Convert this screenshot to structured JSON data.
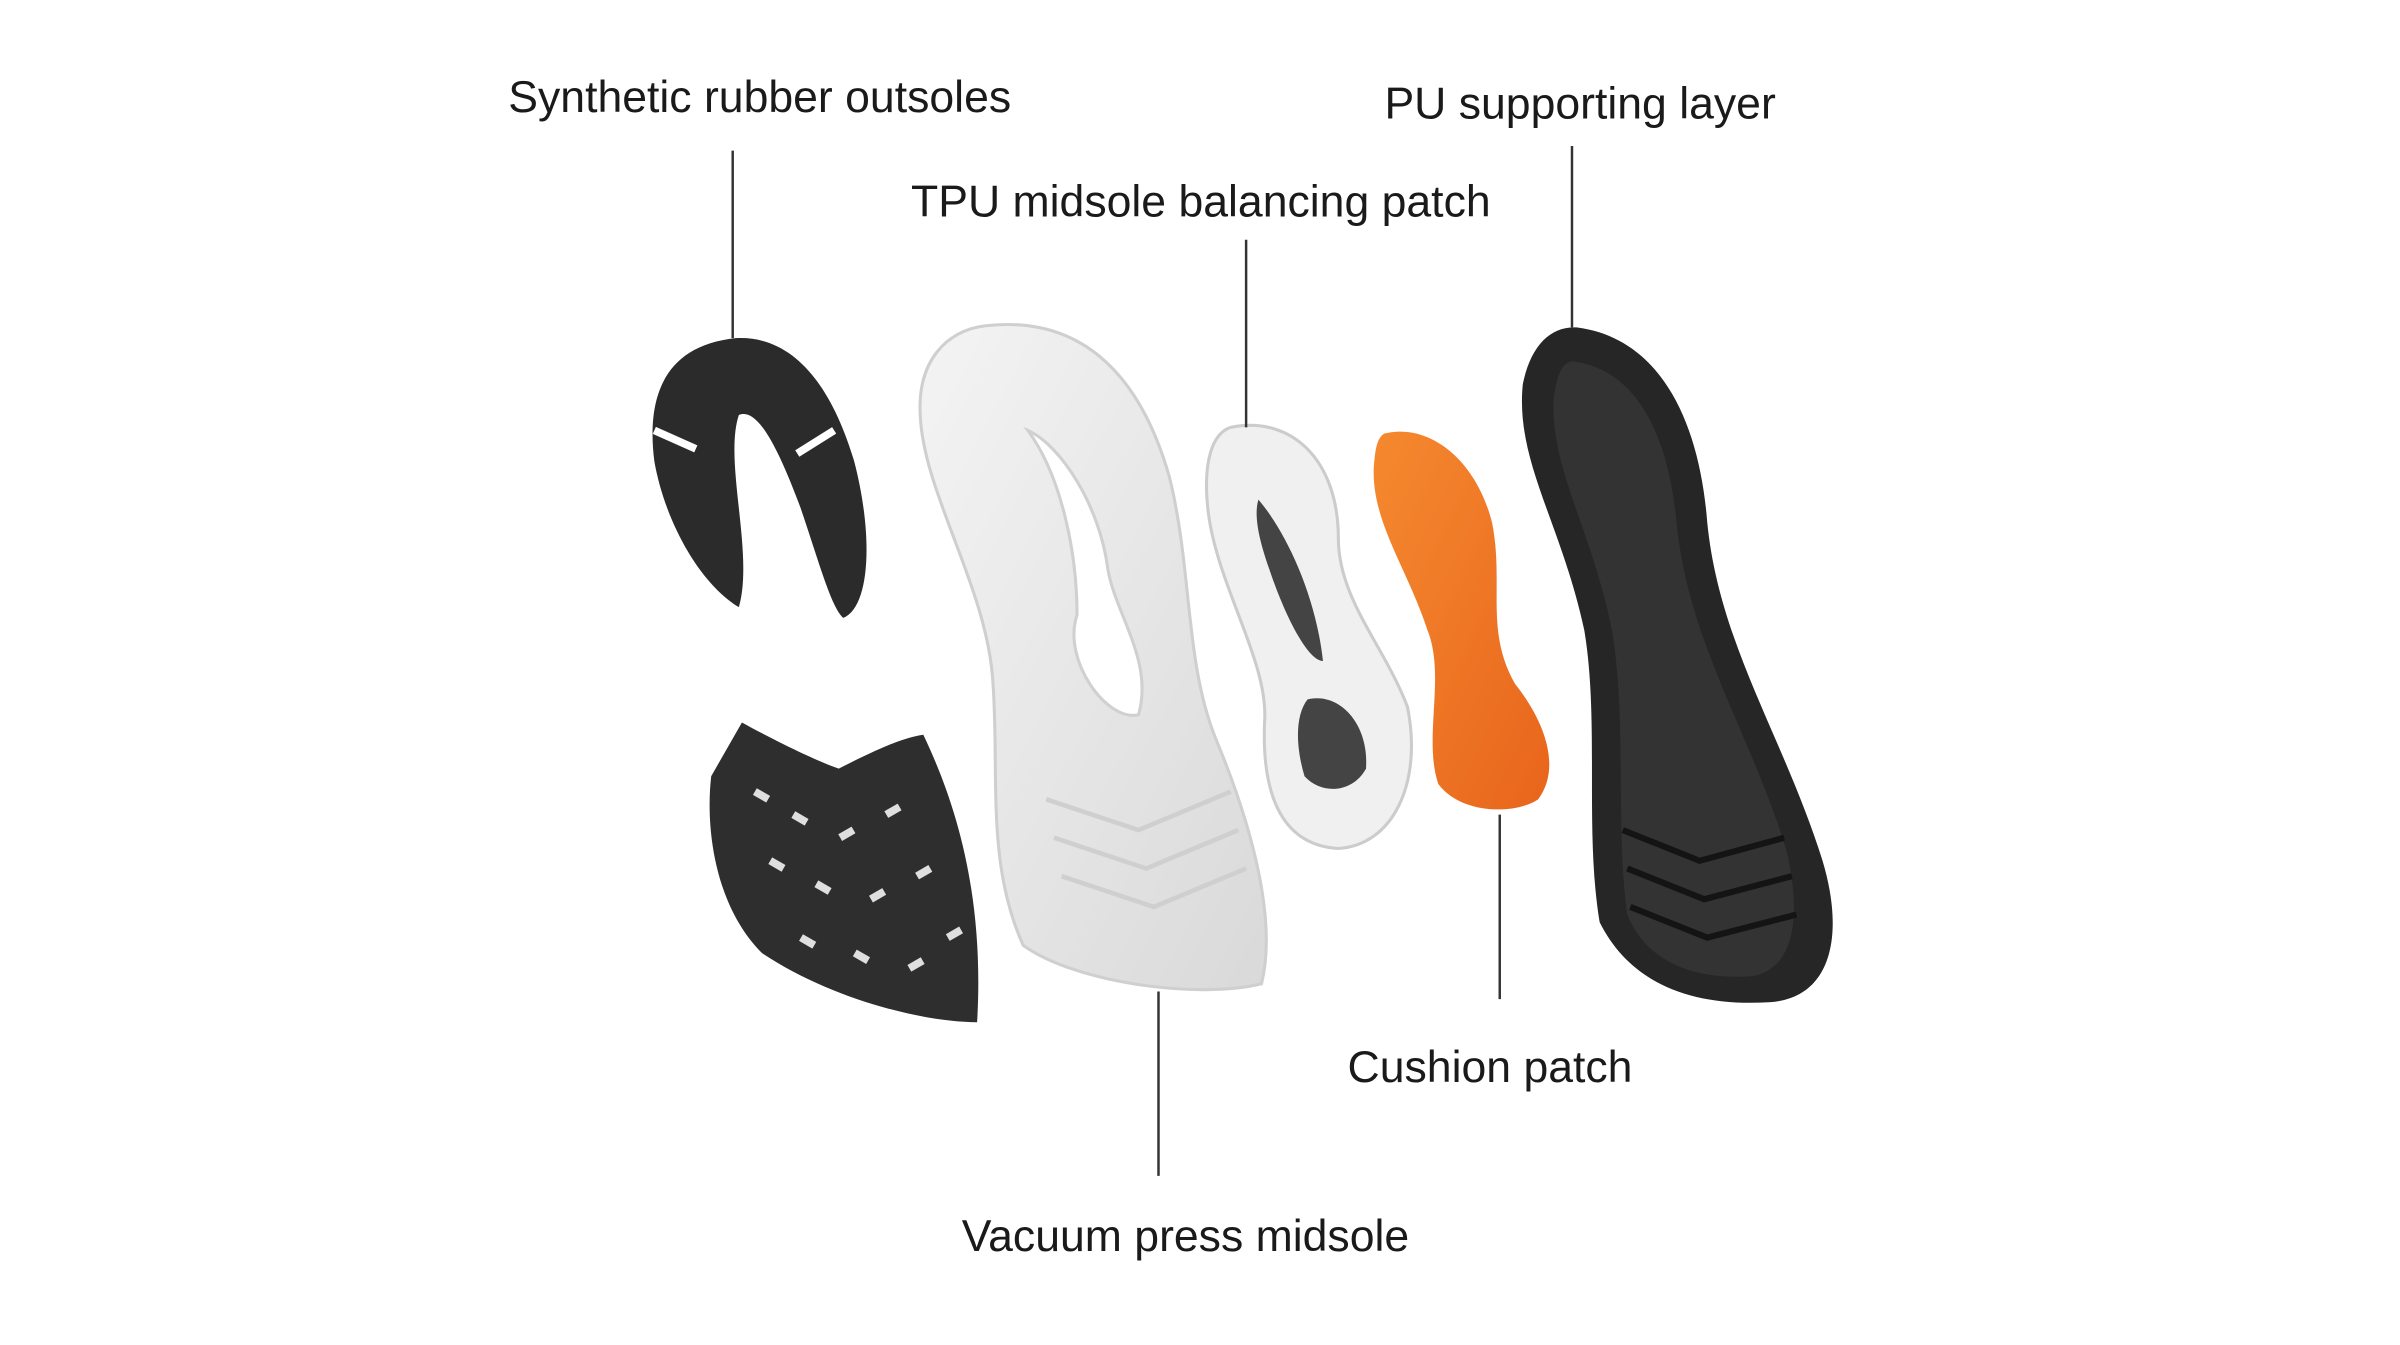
{
  "labels": {
    "outsoles": "Synthetic rubber outsoles",
    "tpu_patch": "TPU midsole balancing patch",
    "pu_layer": "PU supporting layer",
    "cushion_patch": "Cushion patch",
    "midsole": "Vacuum press midsole"
  },
  "colors": {
    "rubber": "#2b2b2b",
    "midsole": "#e9e9e9",
    "cushion": "#f07a26",
    "pu_layer": "#262626"
  }
}
